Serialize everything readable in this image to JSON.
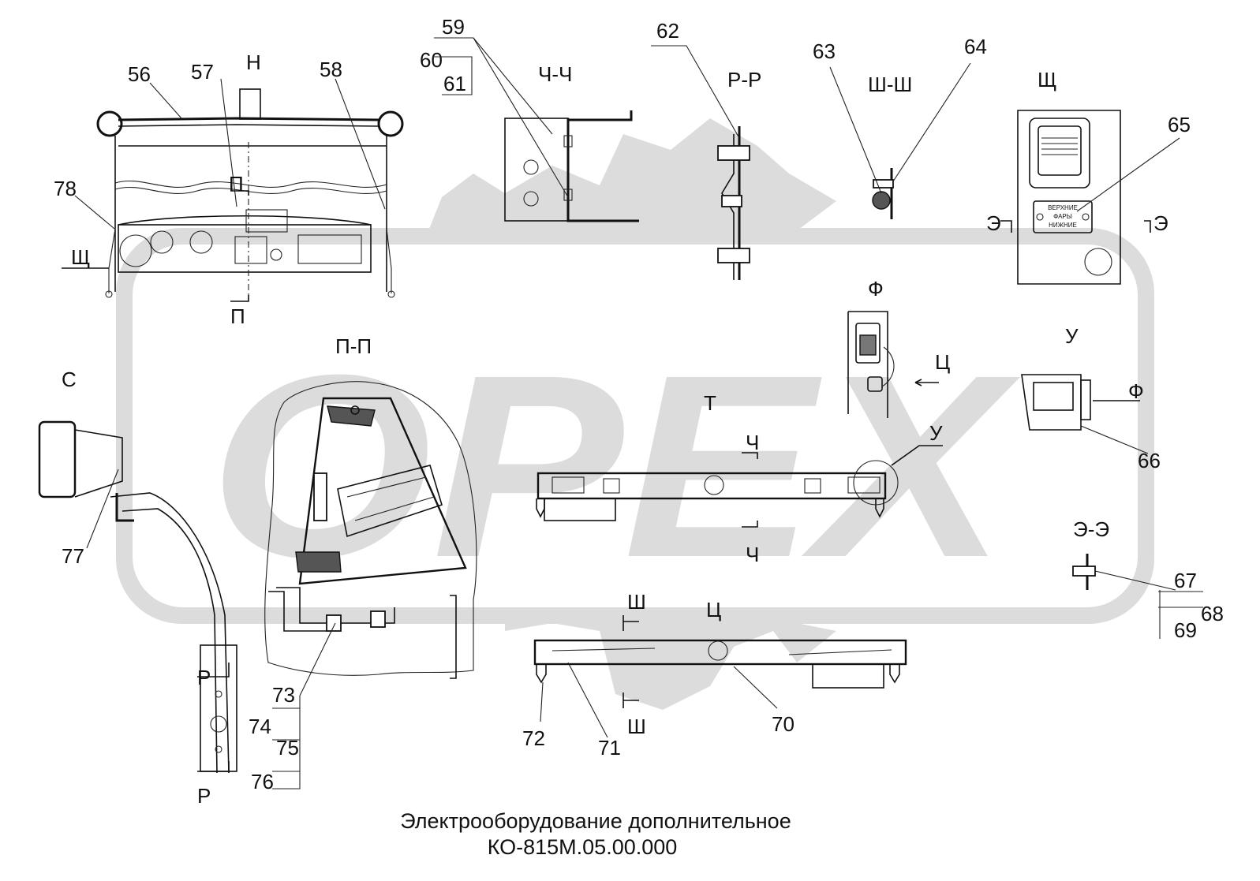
{
  "watermark": {
    "text": "ОРЕХ",
    "color": "#dcdcdc"
  },
  "caption": {
    "line1": "Электрооборудование дополнительное",
    "line2": "КО-815М.05.00.000"
  },
  "view_letters": {
    "n": "Н",
    "p_top": "П",
    "p_bottom": "П",
    "shch_left": "Щ",
    "c": "С",
    "pp": "П-П",
    "chch": "Ч-Ч",
    "rr": "Р-Р",
    "shsh": "Ш-Ш",
    "shch_view": "Щ",
    "e_left": "Э",
    "e_right": "Э",
    "f": "Ф",
    "ts": "Ц",
    "t": "Т",
    "u_top": "У",
    "u_mid": "У",
    "f_arrow": "Ф",
    "ch_top": "Ч",
    "ch_bottom": "Ч",
    "ee": "Э-Э",
    "sh_top": "Ш",
    "ts_view": "Ц",
    "sh_bottom": "Ш",
    "r_top": "Р",
    "r_bottom": "Р"
  },
  "switch_panel": {
    "line1": "ВЕРХНИЕ",
    "line2": "ФАРЫ",
    "line3": "НИЖНИЕ"
  },
  "callouts": [
    "56",
    "57",
    "58",
    "59",
    "60",
    "61",
    "62",
    "63",
    "64",
    "65",
    "66",
    "67",
    "68",
    "69",
    "70",
    "71",
    "72",
    "73",
    "74",
    "75",
    "76",
    "77",
    "78"
  ]
}
